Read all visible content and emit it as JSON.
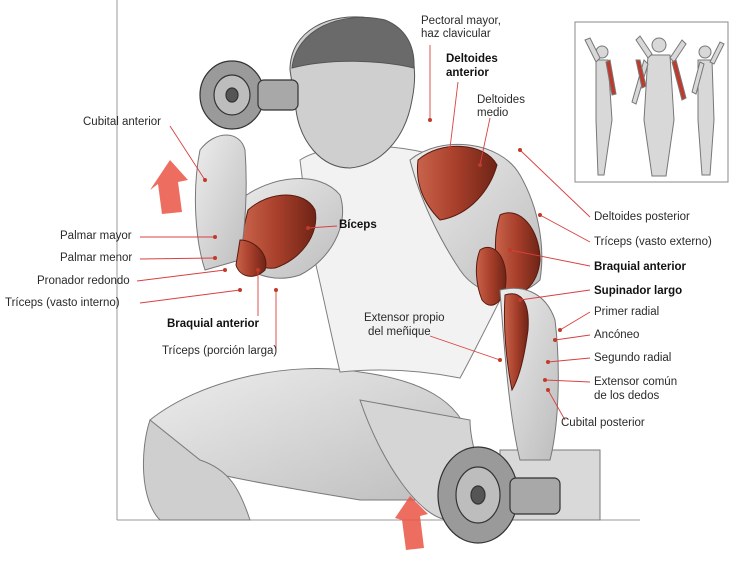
{
  "labels": {
    "pectoral_mayor": "Pectoral mayor,",
    "pectoral_mayor_2": "haz clavicular",
    "deltoides_anterior": "Deltoides",
    "deltoides_anterior_2": "anterior",
    "deltoides_medio": "Deltoides",
    "deltoides_medio_2": "medio",
    "cubital_anterior": "Cubital anterior",
    "palmar_mayor": "Palmar mayor",
    "palmar_menor": "Palmar menor",
    "pronador_redondo": "Pronador redondo",
    "triceps_vasto_interno": "Tríceps (vasto interno)",
    "biceps": "Bíceps",
    "braquial_anterior_left": "Braquial anterior",
    "triceps_porcion_larga": "Tríceps (porción larga)",
    "extensor_propio": "Extensor propio",
    "extensor_propio_2": "del meñique",
    "deltoides_posterior": "Deltoides posterior",
    "triceps_vasto_externo": "Tríceps (vasto externo)",
    "braquial_anterior_right": "Braquial anterior",
    "supinador_largo": "Supinador largo",
    "primer_radial": "Primer radial",
    "anconeo": "Ancóneo",
    "segundo_radial": "Segundo radial",
    "extensor_comun": "Extensor común",
    "extensor_comun_2": "de los dedos",
    "cubital_posterior": "Cubital posterior"
  },
  "colors": {
    "label_line": "#d94040",
    "arrow": "#ea5544",
    "muscle": "#b34a36",
    "muscle_dark": "#7a2a1c",
    "sketch": "#8a8a8a",
    "sketch_fill": "#dcdcdc"
  }
}
